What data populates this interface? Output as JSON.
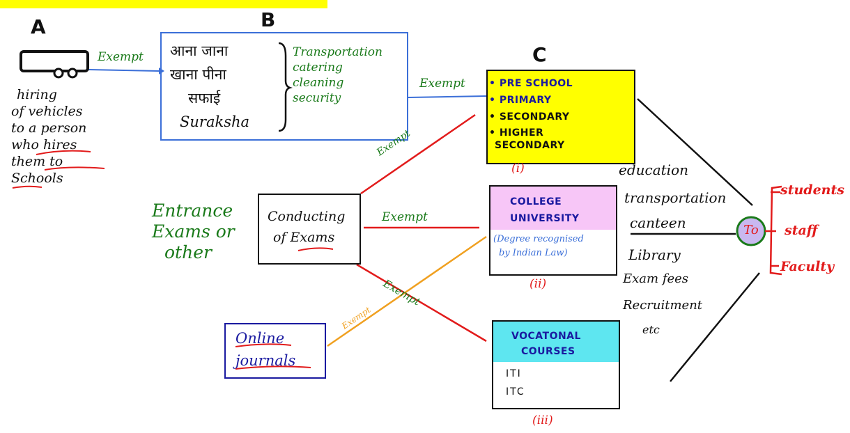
{
  "labels": {
    "a": "A",
    "b": "B",
    "c": "C"
  },
  "vehicle_caption": [
    "hiring",
    "of vehicles",
    "to a person",
    "who hires",
    "them to",
    "Schools"
  ],
  "box_b": {
    "hindi": [
      "आना जाना",
      "खाना पीना",
      "सफाई",
      "Suraksha"
    ],
    "english": [
      "Transportation",
      "catering",
      "cleaning",
      "security"
    ]
  },
  "box_c": {
    "items": [
      "• PRE SCHOOL",
      "• PRIMARY",
      "• SECONDARY",
      "• HIGHER",
      "SECONDARY"
    ],
    "numeral": "(i)"
  },
  "box_college": {
    "title": [
      "COLLEGE",
      "UNIVERSITY"
    ],
    "note": [
      "(Degree recognised",
      "by Indian Law)"
    ],
    "numeral": "(ii)"
  },
  "box_voc": {
    "title": [
      "VOCATONAL",
      "COURSES"
    ],
    "items": [
      "ITI",
      "ITC"
    ],
    "numeral": "(iii)"
  },
  "box_exam": {
    "lines": [
      "Conducting",
      "of Exams"
    ]
  },
  "box_journals": {
    "lines": [
      "Online",
      "journals"
    ]
  },
  "entrance": [
    "Entrance",
    "Exams or",
    "other"
  ],
  "services": [
    "education",
    "transportation",
    "canteen",
    "Library",
    "Exam fees",
    "Recruitment",
    "etc"
  ],
  "to_label": "To",
  "recipients": [
    "students",
    "staff",
    "Faculty"
  ],
  "exempt": {
    "a_to_b": "Exempt",
    "b_to_c": "Exempt",
    "exam_to_c": "Exempt",
    "exam_to_college": "Exempt",
    "exam_to_voc": "Exempt",
    "journal": "Exempt"
  },
  "colors": {
    "blue": "#3b6fd8",
    "green": "#1a7a1a",
    "red": "#e21b1b",
    "orange": "#f0a020",
    "yellow": "#ffff00",
    "pink": "#f7c6f7",
    "cyan": "#5ee6f0",
    "navy": "#1a1aa0",
    "lavender": "#c9b8f0"
  }
}
